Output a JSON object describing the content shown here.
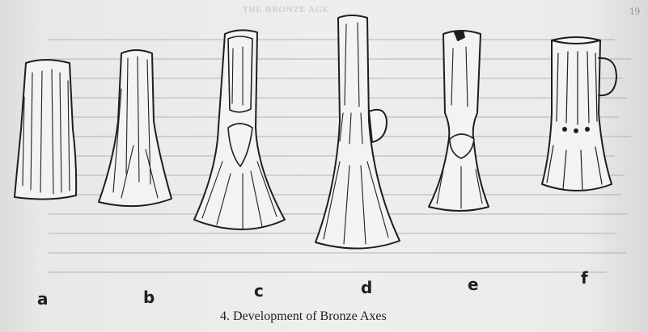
{
  "figure": {
    "caption": "4. Development of Bronze Axes",
    "page_number": "19",
    "running_head": "THE BRONZE AGE",
    "labels": [
      "a",
      "b",
      "c",
      "d",
      "e",
      "f"
    ],
    "colors": {
      "paper": "#efeeec",
      "ink": "#1e1e1e"
    }
  }
}
